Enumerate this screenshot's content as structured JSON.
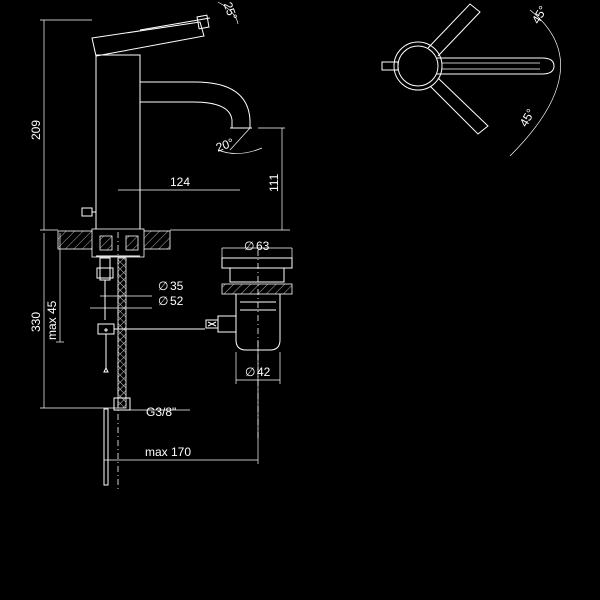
{
  "dimensions": {
    "overall_height": "209",
    "spout_height": "111",
    "spout_reach": "124",
    "spout_angle": "20°",
    "lever_top_angle": "25°",
    "base_diameter": "63",
    "hole_min": "35",
    "hole_max": "52",
    "waste_diameter": "42",
    "hose_length": "330",
    "deck_thickness": "max 45",
    "waste_reach": "max 170",
    "connection": "G3/8\"",
    "plan_angle_upper": "45°",
    "plan_angle_lower": "45°"
  },
  "symbols": {
    "diameter": "∅"
  }
}
